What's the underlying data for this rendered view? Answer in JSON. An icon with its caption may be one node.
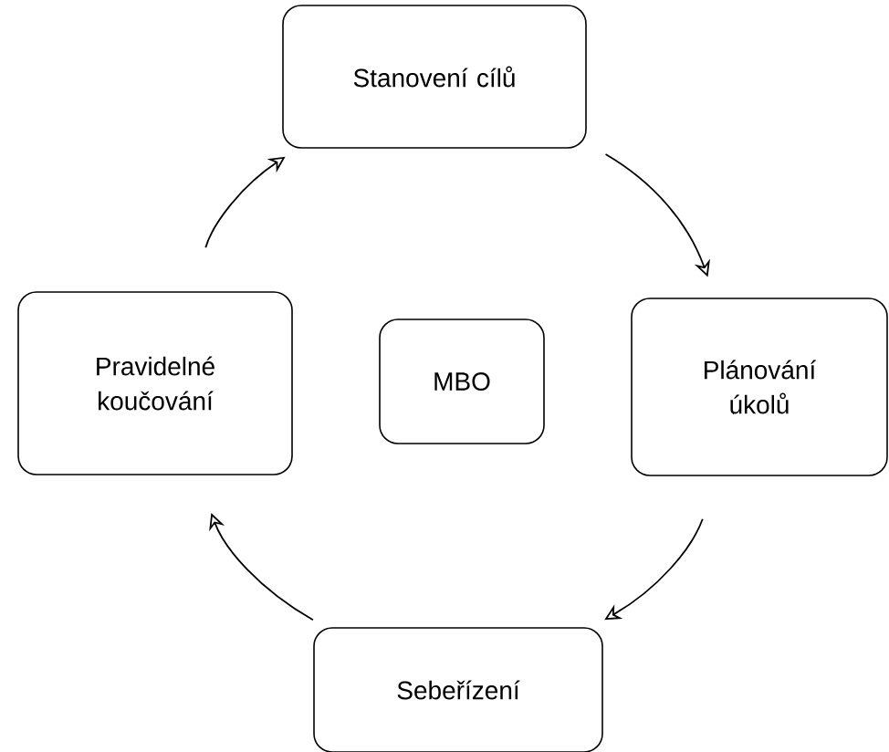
{
  "diagram": {
    "nodes": [
      {
        "text": [
          "Stanovení cílů"
        ]
      },
      {
        "text": [
          "Plánování úkolů"
        ]
      },
      {
        "text": [
          "Sebeřízení"
        ]
      },
      {
        "text": [
          "Pravidelné koučování"
        ]
      },
      {
        "text": [
          "MBO"
        ]
      }
    ],
    "edges": [
      {
        "from": 0,
        "to": 1,
        "arrow": "to"
      },
      {
        "from": 1,
        "to": 2,
        "arrow": "to"
      },
      {
        "from": 2,
        "to": 3,
        "arrow": "to"
      },
      {
        "from": 3,
        "to": 0,
        "arrow": "to"
      }
    ]
  }
}
